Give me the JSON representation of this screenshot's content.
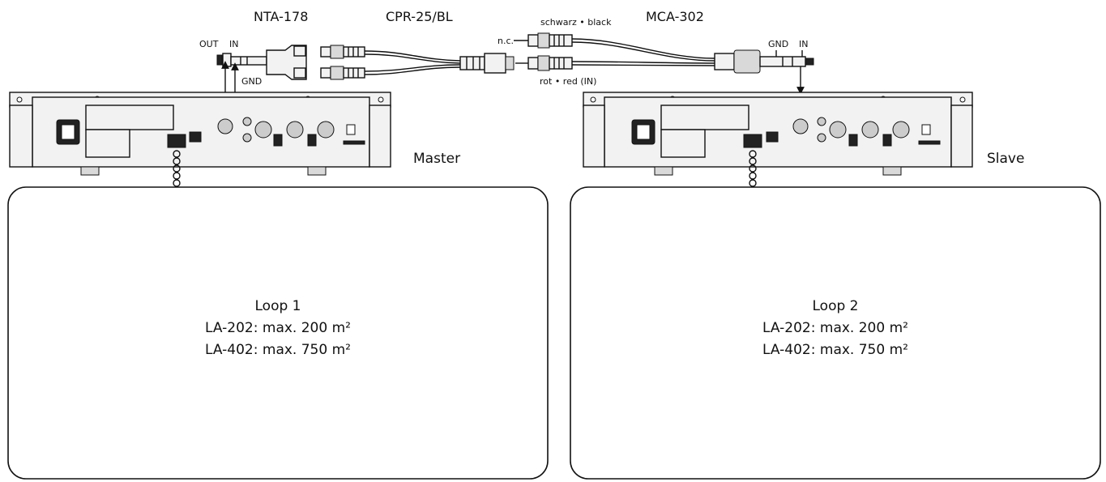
{
  "labels": {
    "nta": "NTA-178",
    "cpr": "CPR-25/BL",
    "mca": "MCA-302",
    "out": "OUT",
    "in_left": "IN",
    "gnd_left": "GND",
    "gnd_right": "GND",
    "in_right": "IN",
    "nc": "n.c.",
    "black": "schwarz • black",
    "red": "rot • red  (IN)",
    "master": "Master",
    "slave": "Slave"
  },
  "loops": [
    {
      "title": "Loop 1",
      "line1": "LA-202: max. 200 m²",
      "line2": "LA-402: max. 750 m²"
    },
    {
      "title": "Loop 2",
      "line1": "LA-202: max. 200 m²",
      "line2": "LA-402: max. 750 m²"
    }
  ]
}
